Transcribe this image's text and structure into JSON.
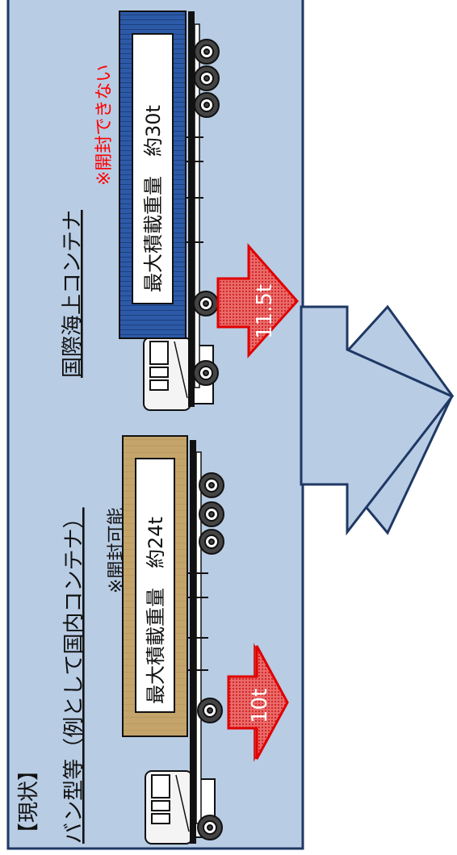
{
  "status_heading": "【現状】",
  "van_type": {
    "heading": "バン型等（例として国内コンテナ）",
    "max_load": "最大積載重量　約24t",
    "note": "※開封可能",
    "axle_weight": "10t",
    "body_color": "#c4a46a"
  },
  "intl_container": {
    "heading": "国際海上コンテナ",
    "max_load": "最大積載重量　約30t",
    "note": "※開封できない",
    "axle_weight": "11.5t",
    "body_color": "#2c5aa8"
  },
  "colors": {
    "panel": "#b8cce4",
    "panel_border": "#1f3864",
    "arrow": "#b8cce4",
    "weight_arrow": "#e23a3a",
    "note_red": "#ff0000"
  }
}
